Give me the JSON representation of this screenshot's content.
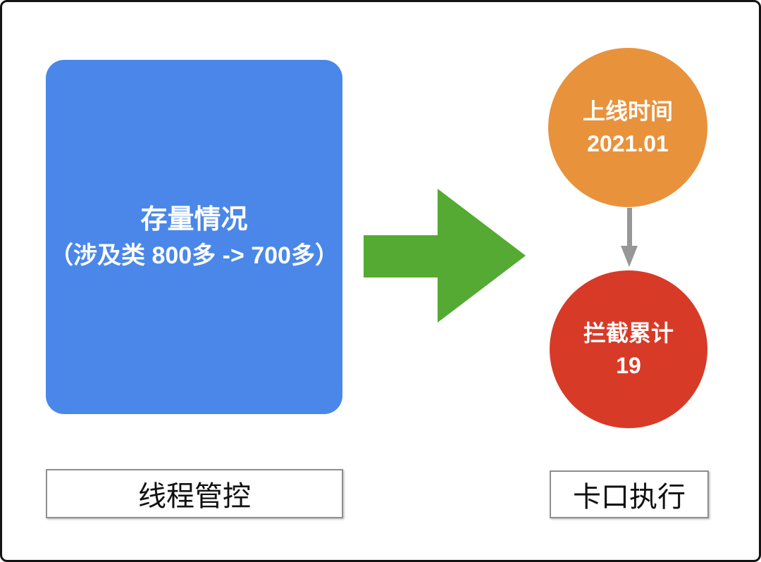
{
  "colors": {
    "blue": "#4a87e8",
    "green": "#54aa32",
    "orange": "#e8923c",
    "red": "#d83a28",
    "gray": "#979797",
    "label_border": "#8e8e8e",
    "frame": "#141414",
    "shape_text": "#ffffff",
    "label_text": "#111111"
  },
  "diagram": {
    "stock_box": {
      "line1": "存量情况",
      "line2": "（涉及类 800多 -> 700多）"
    },
    "launch_circle": {
      "line1": "上线时间",
      "line2": "2021.01"
    },
    "intercept_circle": {
      "line1": "拦截累计",
      "line2": "19"
    },
    "left_group_label": "线程管控",
    "right_group_label": "卡口执行"
  }
}
